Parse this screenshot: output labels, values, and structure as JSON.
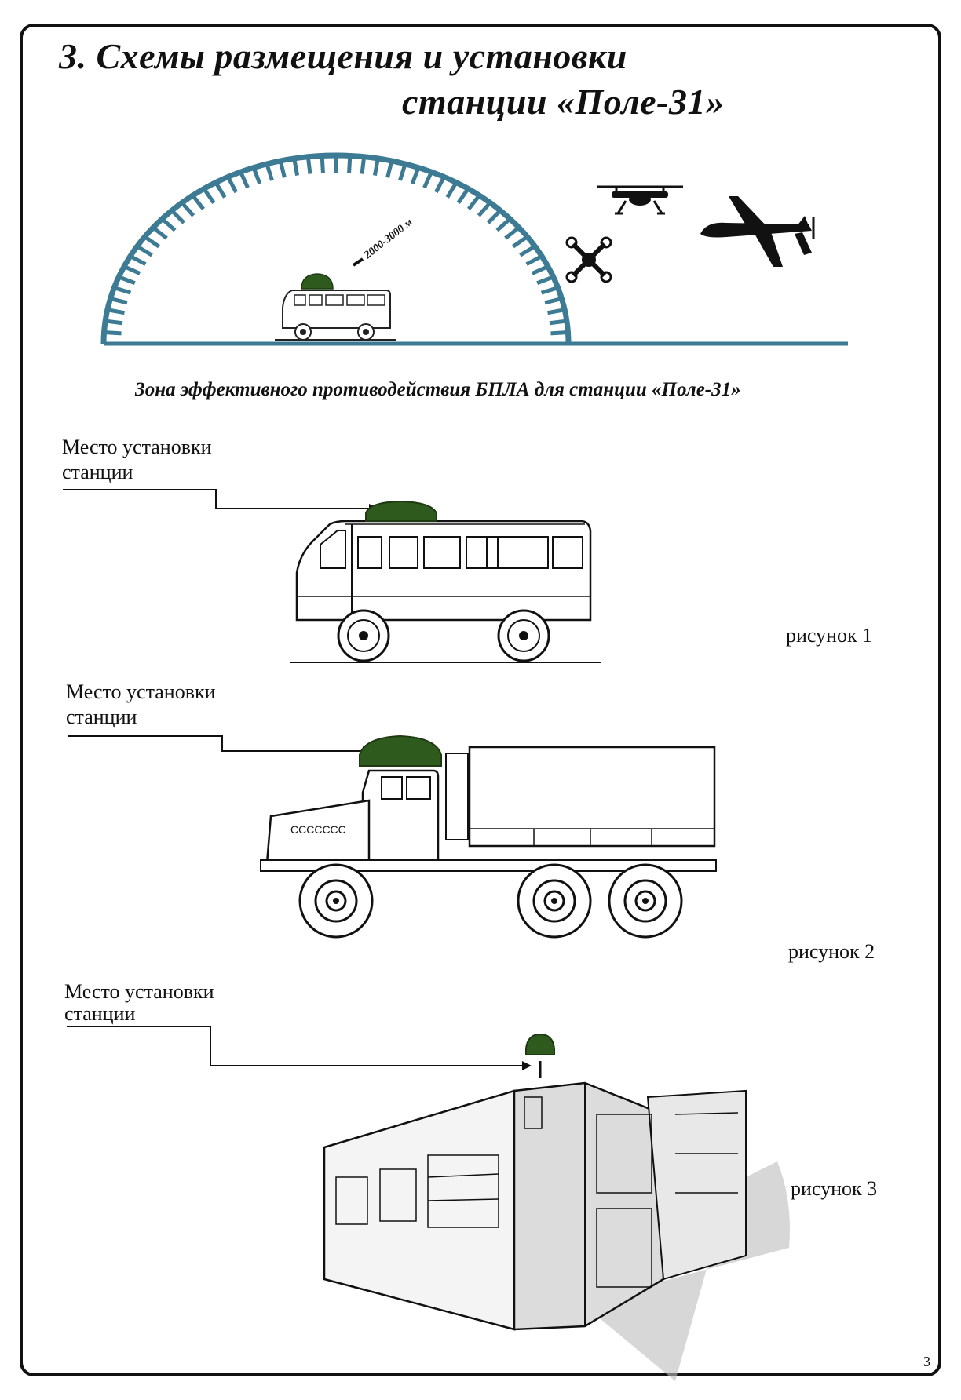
{
  "header": {
    "title_line1": "3. Схемы размещения и установки",
    "title_line2": "станции «Поле-31»"
  },
  "zone_diagram": {
    "distance_label": "2000-3000 м",
    "caption": "Зона эффективного противодействия БПЛА для станции «Поле-31»",
    "arc_color": "#3d7a94",
    "station_color": "#2f5a1e"
  },
  "figures": [
    {
      "location_label_line1": "Место установки",
      "location_label_line2": "станции",
      "figure_label": "рисунок 1"
    },
    {
      "location_label_line1": "Место установки",
      "location_label_line2": "станции",
      "figure_label": "рисунок 2"
    },
    {
      "location_label_line1": "Место установки",
      "location_label_line2": "станции",
      "figure_label": "рисунок 3"
    }
  ],
  "page_number": "3"
}
